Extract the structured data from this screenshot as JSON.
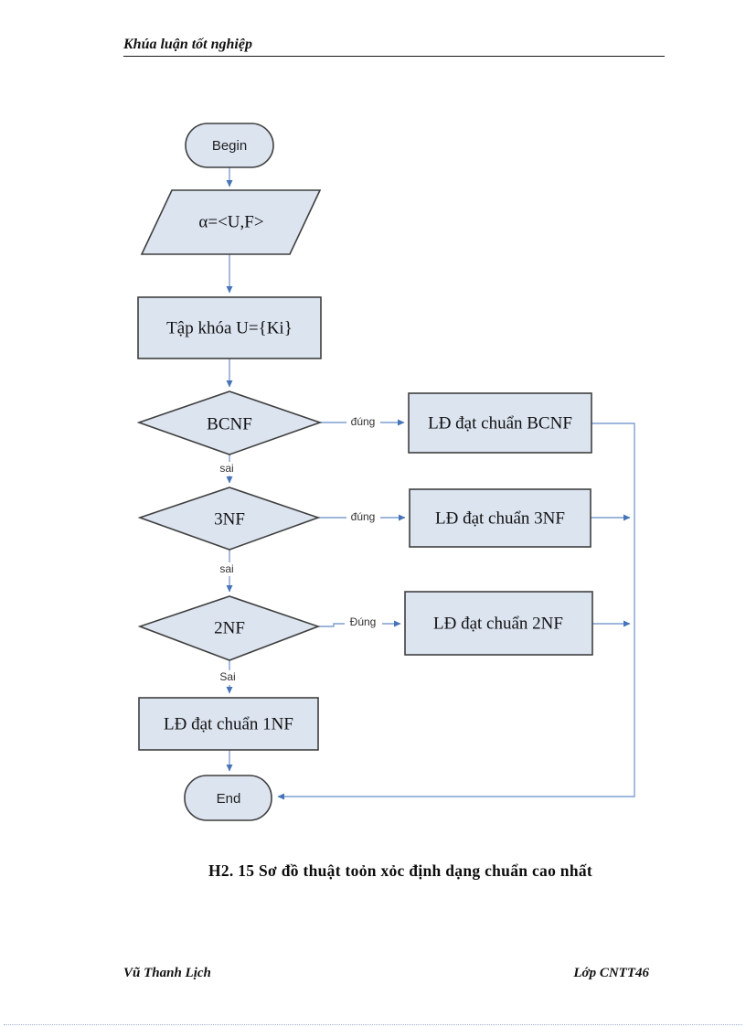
{
  "page": {
    "header": {
      "title": "Khúa luận tốt nghiệp"
    },
    "caption": "H2. 15 Sơ đồ thuật toỏn xỏc định dạng chuẩn cao nhất",
    "footer": {
      "left": "Vũ  Thanh Lịch",
      "right": "Lớp CNTT46"
    }
  },
  "flowchart": {
    "nodes": {
      "begin": "Begin",
      "input": "α=<U,F>",
      "keys": "Tập khóa U={Ki}",
      "bcnf": "BCNF",
      "bcnf_result": "LĐ đạt chuẩn BCNF",
      "nf3": "3NF",
      "nf3_result": "LĐ đạt chuẩn 3NF",
      "nf2": "2NF",
      "nf2_result": "LĐ  đạt chuẩn 2NF",
      "nf1_result": "LĐ  đạt chuẩn 1NF",
      "end": "End"
    },
    "edge_labels": {
      "bcnf_yes": "đúng",
      "bcnf_no": "sai",
      "nf3_yes": "đúng",
      "nf3_no": "sai",
      "nf2_yes": "Đúng",
      "nf2_no": "Sai"
    },
    "colors": {
      "shape_fill": "#dce4f0",
      "shape_border": "#3f3f3f",
      "connector": "#7f9ecf",
      "arrowhead": "#4674b8",
      "text": "#111111"
    }
  }
}
